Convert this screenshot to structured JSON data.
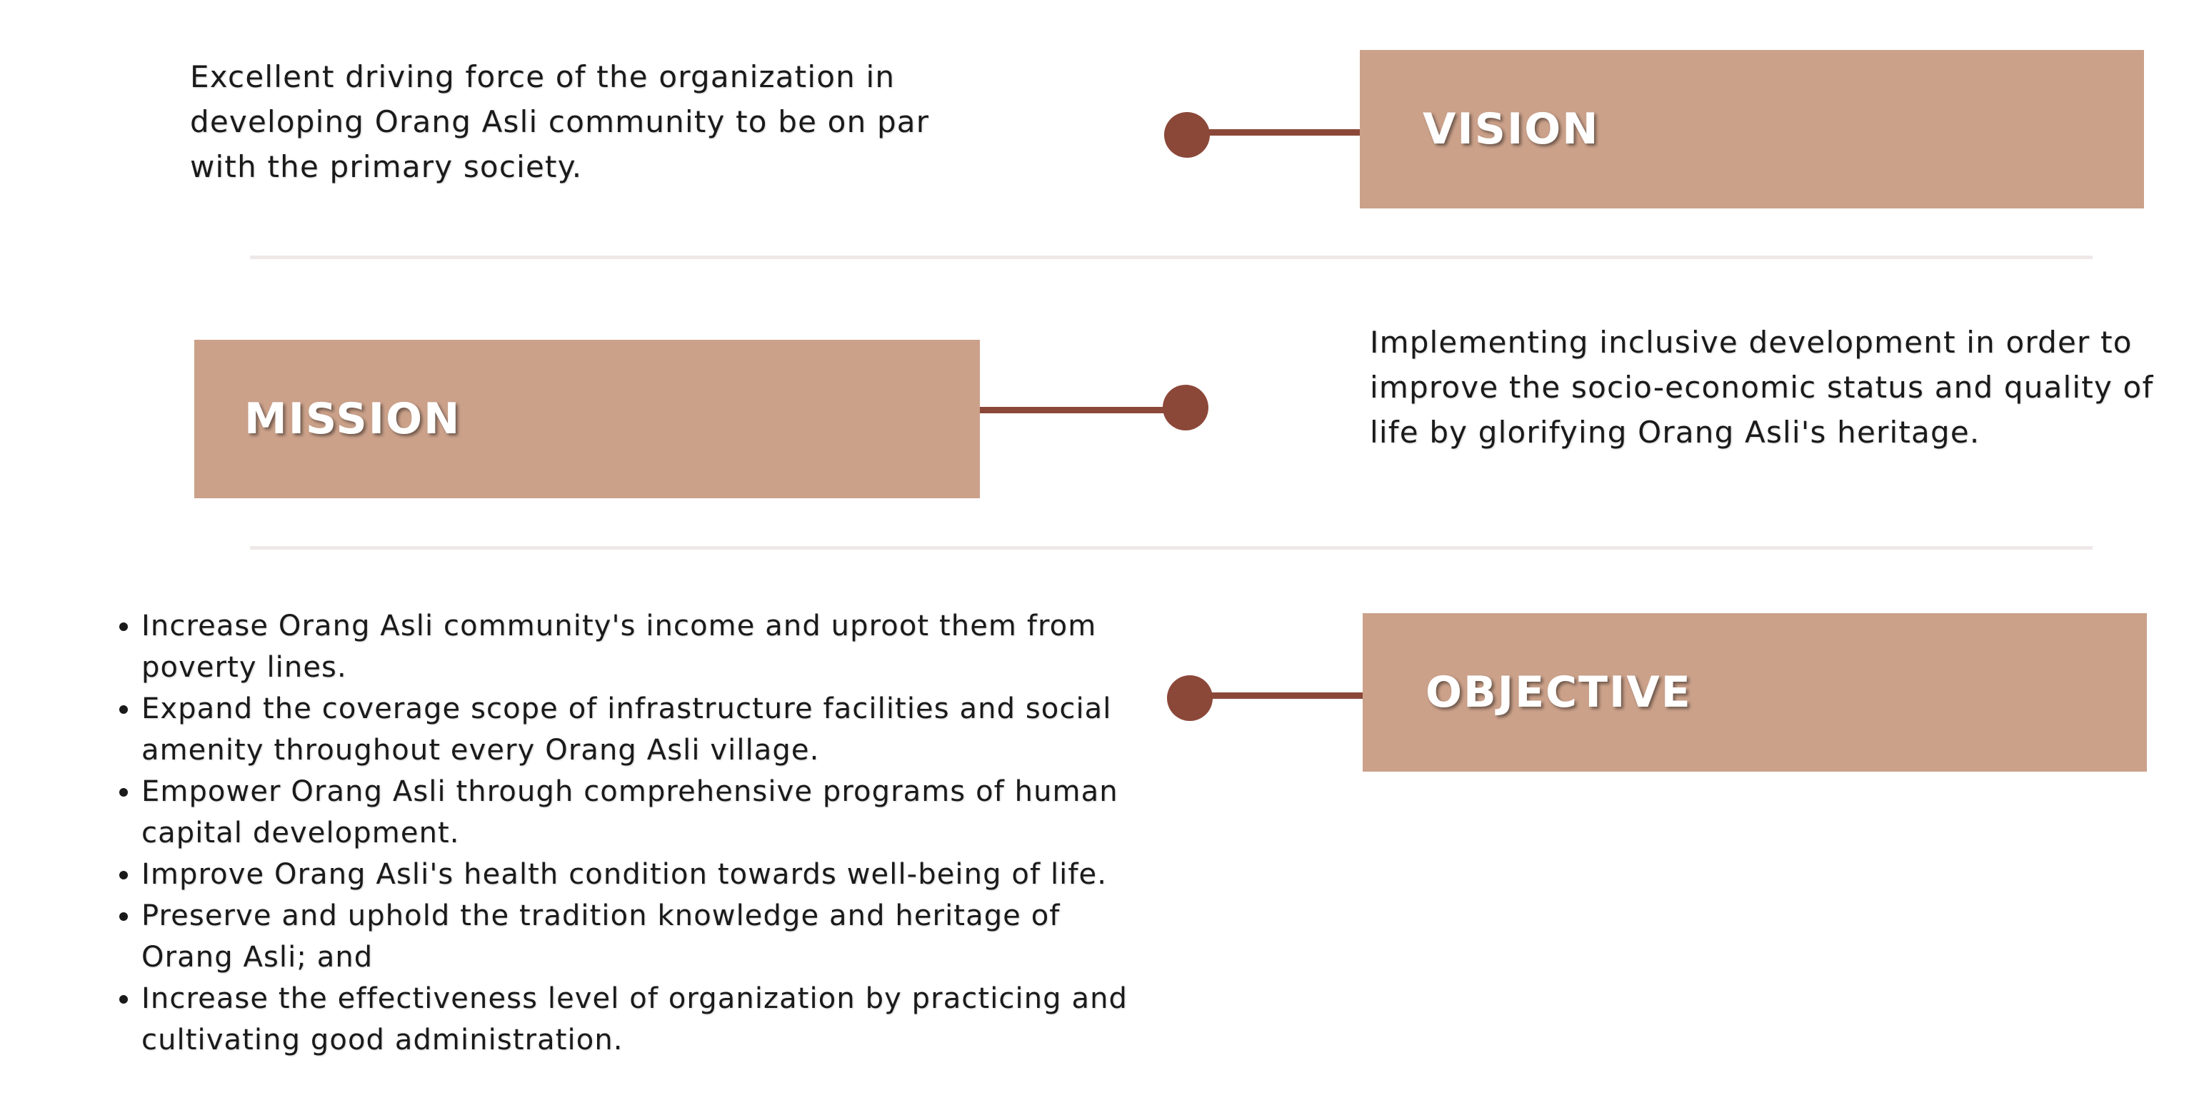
{
  "vision": {
    "label": "VISION",
    "text": "Excellent driving force of the organization in developing Orang Asli community to be on par with the primary society."
  },
  "mission": {
    "label": "MISSION",
    "text": "Implementing inclusive development in order to improve the socio-economic status and quality of life by glorifying Orang Asli's heritage."
  },
  "objective": {
    "label": "OBJECTIVE",
    "items": [
      "Increase Orang Asli community's income and uproot them from poverty lines.",
      "Expand the coverage scope of infrastructure facilities and social amenity throughout every Orang Asli village.",
      "Empower Orang Asli through comprehensive programs of human capital development.",
      "Improve Orang Asli's health condition towards well-being of life.",
      "Preserve and uphold the tradition knowledge and heritage of Orang Asli; and",
      "Increase the effectiveness level of organization by practicing and cultivating good administration."
    ]
  },
  "colors": {
    "label_box": "#cba18a",
    "connector": "#8b4839",
    "divider": "#efe8e8",
    "text": "#1a1a1a"
  }
}
